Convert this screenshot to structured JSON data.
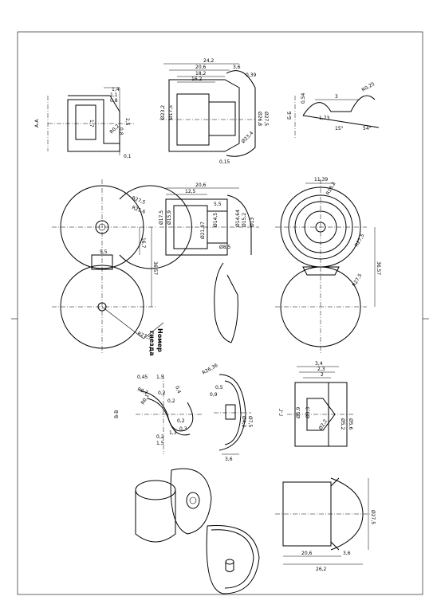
{
  "drawing": {
    "section_marks": [
      "А-А",
      "Б-Б",
      "В-В",
      "Г-Г"
    ],
    "callout_lines": [
      "Номер",
      "гнезда"
    ]
  },
  "views": {
    "top_detail": {
      "dims": [
        "1,4",
        "1,1",
        "0,8",
        "1,7",
        "2,5",
        "0,8",
        "R0,2",
        "0,1"
      ]
    },
    "main_section": {
      "dims": [
        "24,2",
        "20,6",
        "3,6",
        "18,2",
        "16,2",
        "0,39",
        "Ø23,2",
        "Ø17,5",
        "Ø27,5",
        "Ø26,8",
        "Ø23,4",
        "0,15"
      ]
    },
    "hinge_detail": {
      "dims": [
        "0,54",
        "3",
        "R0,25",
        "1,73",
        "15°",
        "54°"
      ]
    },
    "plan_view": {
      "dims": [
        "R27,5",
        "R25,6",
        "5,5",
        "16,7",
        "36,57",
        "R27,5"
      ]
    },
    "side_section": {
      "dims": [
        "20,6",
        "12,5",
        "5,5",
        "Ø17,5",
        "Ø15,9",
        "Ø21,87",
        "Ø14,5",
        "Ø8,5",
        "Ø14,64",
        "Ø15,2",
        "Ø13"
      ]
    },
    "bottom_plan": {
      "dims": [
        "11,39",
        "R18,2",
        "R27,5",
        "36,57",
        "R27,5"
      ]
    },
    "hinge_section": {
      "dims": [
        "0,45",
        "1,5",
        "R0,2",
        "0,2",
        "0,2",
        "R0,1",
        "0,4",
        "0,2",
        "1,3",
        "1,5",
        "0,2",
        "0,3"
      ]
    },
    "lid_section": {
      "dims": [
        "R26,36",
        "0,5",
        "0,9",
        "Ø7,5",
        "Ø4,2",
        "3,6"
      ]
    },
    "nozzle_section": {
      "dims": [
        "3,4",
        "2,3",
        "2",
        "Ø5,9",
        "Ø3,3",
        "Ø5,2",
        "Ø5,6",
        "Ø2,2"
      ]
    },
    "side_view": {
      "dims": [
        "Ø27,5",
        "20,6",
        "3,6",
        "26,2"
      ]
    }
  }
}
